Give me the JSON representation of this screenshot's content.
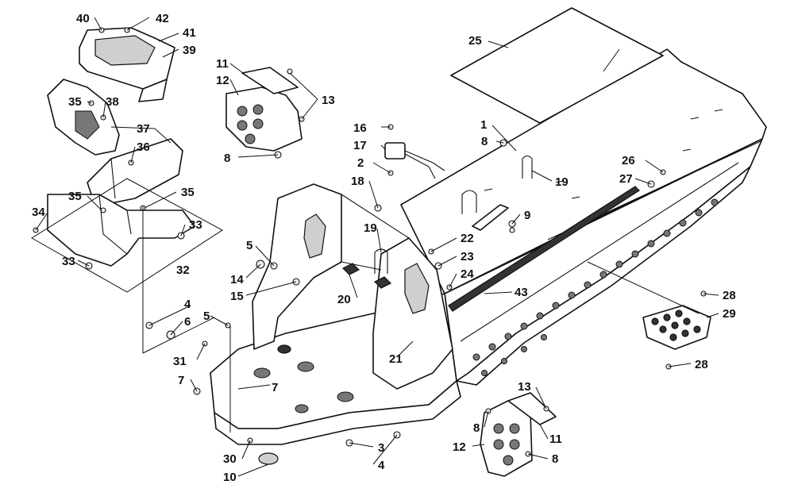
{
  "callouts": [
    {
      "label": "40"
    },
    {
      "label": "42"
    },
    {
      "label": "41"
    },
    {
      "label": "39"
    },
    {
      "label": "35"
    },
    {
      "label": "38"
    },
    {
      "label": "37"
    },
    {
      "label": "36"
    },
    {
      "label": "35"
    },
    {
      "label": "35"
    },
    {
      "label": "34"
    },
    {
      "label": "33"
    },
    {
      "label": "33"
    },
    {
      "label": "32"
    },
    {
      "label": "11"
    },
    {
      "label": "12"
    },
    {
      "label": "13"
    },
    {
      "label": "8"
    },
    {
      "label": "16"
    },
    {
      "label": "17"
    },
    {
      "label": "2"
    },
    {
      "label": "18"
    },
    {
      "label": "19"
    },
    {
      "label": "1"
    },
    {
      "label": "8"
    },
    {
      "label": "19"
    },
    {
      "label": "9"
    },
    {
      "label": "25"
    },
    {
      "label": "26"
    },
    {
      "label": "27"
    },
    {
      "label": "5"
    },
    {
      "label": "14"
    },
    {
      "label": "15"
    },
    {
      "label": "20"
    },
    {
      "label": "22"
    },
    {
      "label": "23"
    },
    {
      "label": "24"
    },
    {
      "label": "43"
    },
    {
      "label": "4"
    },
    {
      "label": "6"
    },
    {
      "label": "5"
    },
    {
      "label": "31"
    },
    {
      "label": "7"
    },
    {
      "label": "7"
    },
    {
      "label": "21"
    },
    {
      "label": "28"
    },
    {
      "label": "29"
    },
    {
      "label": "28"
    },
    {
      "label": "13"
    },
    {
      "label": "8"
    },
    {
      "label": "12"
    },
    {
      "label": "11"
    },
    {
      "label": "8"
    },
    {
      "label": "3"
    },
    {
      "label": "4"
    },
    {
      "label": "30"
    },
    {
      "label": "10"
    }
  ]
}
